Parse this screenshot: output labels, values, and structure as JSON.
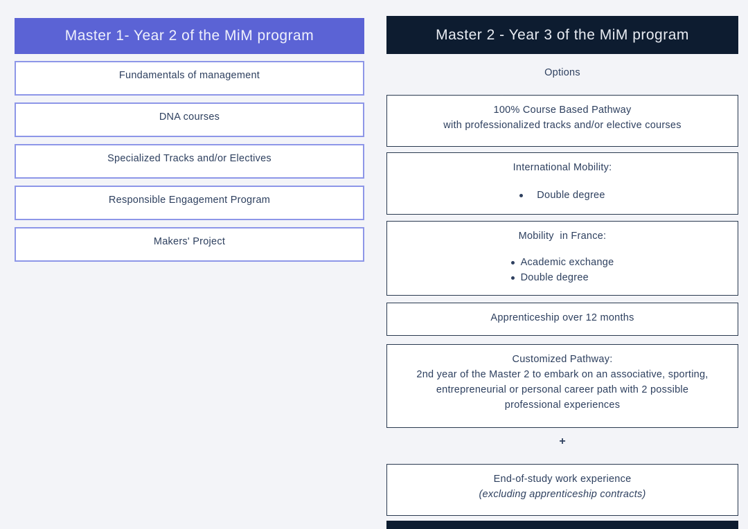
{
  "page": {
    "background": "#f3f4f8"
  },
  "left_column": {
    "header": {
      "label": "Master 1- Year 2 of the MiM program",
      "bg_color": "#5b63d5",
      "text_color": "#eef0fc"
    },
    "border_color": "#8d96e8",
    "text_color": "#2e405f",
    "boxes": [
      {
        "label": "Fundamentals of management"
      },
      {
        "label": "DNA courses"
      },
      {
        "label": "Specialized Tracks and/or Electives"
      },
      {
        "label": "Responsible Engagement Program"
      },
      {
        "label": "Makers' Project"
      }
    ]
  },
  "right_column": {
    "header": {
      "label": "Master 2 - Year 3 of the MiM program",
      "bg_color": "#0d1c30",
      "text_color": "#e7ebf2"
    },
    "border_color": "#29394f",
    "subtitle": "Options",
    "boxes": [
      {
        "lines": [
          "100% Course Based Pathway",
          "with professionalized tracks and/or elective courses"
        ]
      },
      {
        "title": "International Mobility:",
        "bullets": [
          "Double degree"
        ]
      },
      {
        "title": "Mobility  in France:",
        "bullets": [
          "Academic exchange",
          "Double degree"
        ]
      },
      {
        "lines": [
          "Apprenticeship over 12 months"
        ]
      },
      {
        "lines": [
          "Customized Pathway:",
          "2nd year of the Master 2 to embark on an associative, sporting,",
          "entrepreneurial or personal career path with 2 possible",
          "professional experiences"
        ]
      }
    ],
    "plus_sign": "+",
    "final_box": {
      "line1": "End-of-study work experience",
      "line2": "(excluding apprenticeship contracts)"
    },
    "bottom_bar_color": "#0d1c30"
  }
}
